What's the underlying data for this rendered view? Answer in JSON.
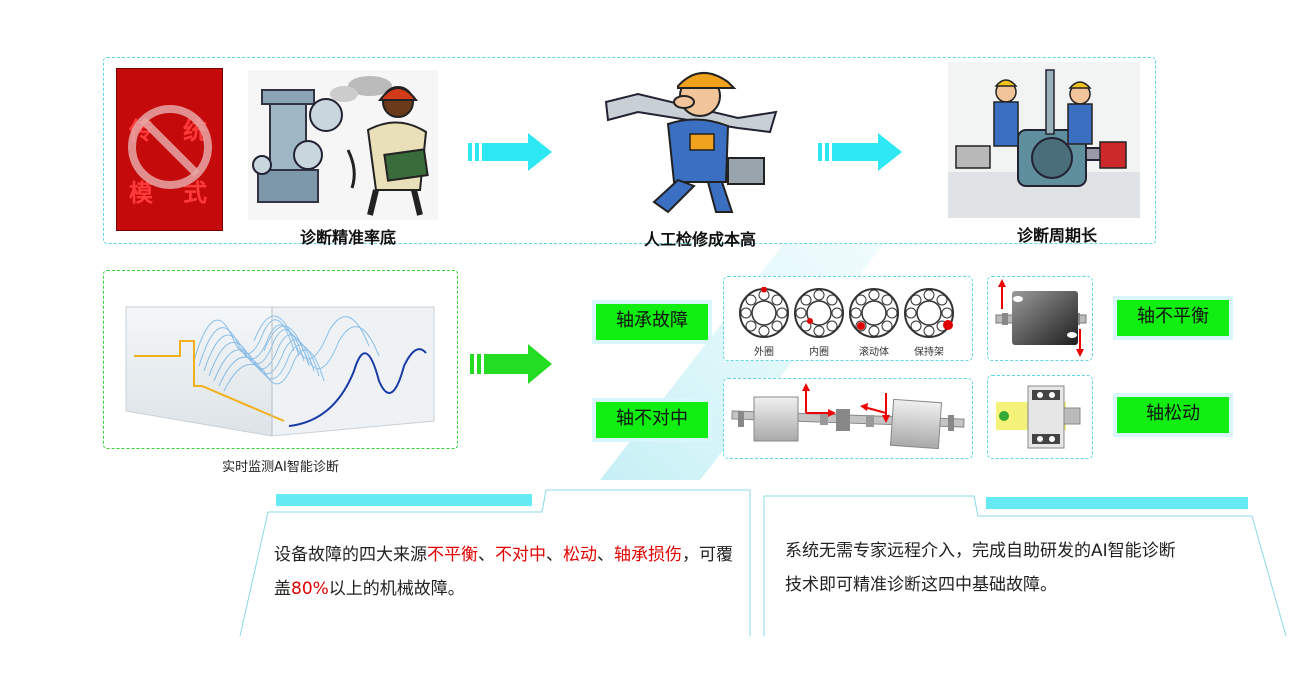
{
  "traditional": {
    "badge_chars": [
      "传",
      "统",
      "模",
      "式"
    ],
    "stages": [
      {
        "caption": "诊断精准率底"
      },
      {
        "caption": "人工检修成本高"
      },
      {
        "caption": "诊断周期长"
      }
    ]
  },
  "monitoring": {
    "caption": "实时监测AI智能诊断"
  },
  "faults": {
    "bearing": {
      "label": "轴承故障",
      "parts": [
        "外圈",
        "内圈",
        "滚动体",
        "保持架"
      ]
    },
    "imbalance": {
      "label": "轴不平衡"
    },
    "misalign": {
      "label": "轴不对中"
    },
    "loose": {
      "label": "轴松动"
    }
  },
  "bottom": {
    "left": {
      "p1": "设备故障的四大来源",
      "r1": "不平衡",
      "s1": "、",
      "r2": "不对中",
      "s2": "、",
      "r3": "松动",
      "s3": "、",
      "r4": "轴承损伤",
      "p2": "，可覆盖",
      "r5": "80%",
      "p3": "以上的机械故障。"
    },
    "right": {
      "line1": "系统无需专家远程介入，完成自助研发的AI智能诊断",
      "line2": "技术即可精准诊断这四中基础故障。"
    }
  },
  "colors": {
    "arrow": "#2ee8f4",
    "green_arrow": "#22dd22",
    "label_bg": "#11ee11",
    "highlight": "#e20000",
    "badge": "#c40a0a"
  }
}
